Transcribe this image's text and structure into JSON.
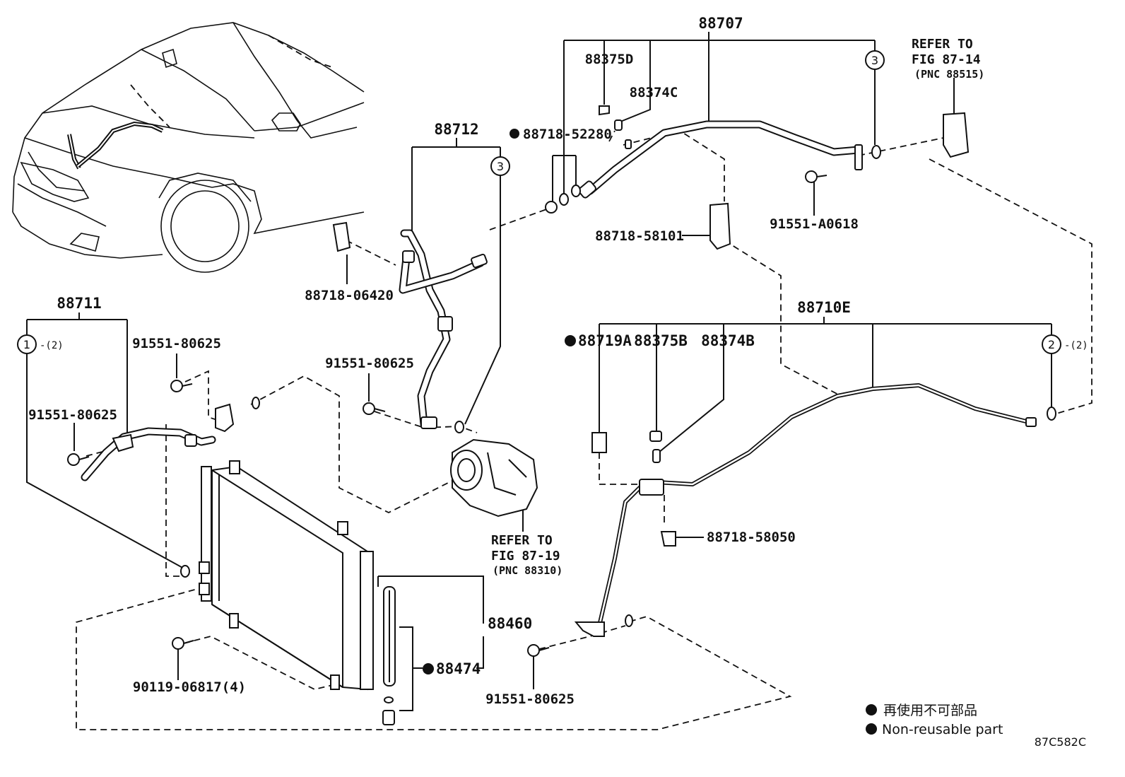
{
  "diagram_code": "87C582C",
  "legend": {
    "jp_text": "再使用不可部品",
    "en_text": "Non-reusable part"
  },
  "refs": {
    "top_right": {
      "line1": "REFER TO",
      "line2": "FIG 87-14",
      "line3": "(PNC 88515)"
    },
    "compressor": {
      "line1": "REFER TO",
      "line2": "FIG 87-19",
      "line3": "(PNC 88310)"
    }
  },
  "callouts": {
    "c1_num": "1",
    "c1_qty": "-(2)",
    "c2_num": "2",
    "c2_qty": "-(2)",
    "c3a_num": "3",
    "c3b_num": "3"
  },
  "parts": {
    "p88707": "88707",
    "p88375D": "88375D",
    "p88374C": "88374C",
    "p88718_52280": "88718-52280",
    "p88712": "88712",
    "p88718_06420": "88718-06420",
    "p88718_58101": "88718-58101",
    "p91551_A0618": "91551-A0618",
    "p88711": "88711",
    "p91551_80625_a": "91551-80625",
    "p91551_80625_b": "91551-80625",
    "p91551_80625_c": "91551-80625",
    "p91551_80625_d": "91551-80625",
    "p88710E": "88710E",
    "p88719A": "88719A",
    "p88375B": "88375B",
    "p88374B": "88374B",
    "p88718_58050": "88718-58050",
    "p88460": "88460",
    "p88474": "88474",
    "p90119_06817": "90119-06817(4)"
  }
}
